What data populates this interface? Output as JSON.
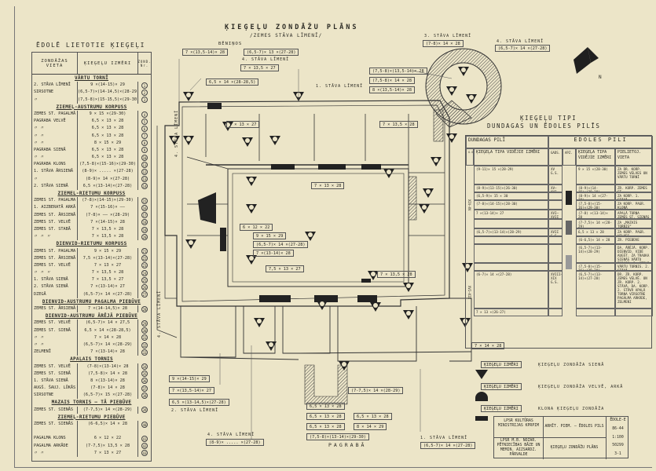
{
  "title": {
    "main": "ĶIEĢEĻU ZONDĀŽU PLĀNS",
    "sub": "/ZEMES STĀVA LĪMENĪ/"
  },
  "left_table": {
    "title": "ĒDOLĒ LIETOTIE ĶIEĢEĻI",
    "headers": [
      "ZONDĀŽAS VIETA",
      "ĶIEĢEĻU IZMĒRI",
      "ZOND. Nr."
    ],
    "sections": [
      {
        "name": "VĀRTU TORNĪ",
        "rows": [
          [
            "2. STĀVA LĪMENĪ",
            "9 ×(14-15)× 29",
            "1"
          ],
          [
            "SIRSOTNE",
            "(6,5-7)×(14-14,5)×(28-29)",
            "2"
          ],
          [
            "〃",
            "(7,5-8)×(15-15,5)×(29-30)",
            "3"
          ]
        ]
      },
      {
        "name": "ZIEMEĻ-AUSTRUMU KORPUSS",
        "rows": [
          [
            "ZEMES ST. PAGALMĀ",
            "9 × 15 ×(29-30)",
            "4"
          ],
          [
            "PAGRABA VELVĒ",
            "6,5 × 13 × 28",
            "5"
          ],
          [
            "〃   〃",
            "6,5 × 13 × 28",
            "6"
          ],
          [
            "〃   〃",
            "6,5 × 13 × 28",
            "7"
          ],
          [
            "〃   〃",
            "8 × 15 × 29",
            "8"
          ],
          [
            "PAGRABA SIENĀ",
            "6,5 × 13 × 28",
            "9"
          ],
          [
            "〃   〃",
            "6,5 × 13 × 28",
            "10"
          ],
          [
            "PAGRABA KLONS",
            "(7,5-8)×(15-16)×(29-30)",
            "11"
          ],
          [
            "1. STĀVA ĀRSIENĀ",
            "(8-9)× ..... ×(27-28)",
            "12"
          ],
          [
            "〃",
            "(8-9)× 14 ×(27-28)",
            "13"
          ],
          [
            "2. STĀVA SIENĀ",
            "6,5 ×(13-14)×(27-28)",
            "14"
          ]
        ]
      },
      {
        "name": "ZIEMEĻ-RIETUMU KORPUSS",
        "rows": [
          [
            "ZEMES ST. PAGALMA S.",
            "(7-8)×(14-15)×(29-30)",
            "15"
          ],
          [
            "1. AIZBERATĀ ARKĀ",
            "7 ×(15-16)× ——",
            "16"
          ],
          [
            "ZEMES ST. ĀRSIENĀ",
            "(7-8)× —— ×(28-29)",
            "17"
          ],
          [
            "ZEMES ST. VELVĒ",
            "7 ×(14-15)× 28",
            "18"
          ],
          [
            "ZEMES ST. STABĀ",
            "7 × 13,5 × 28",
            "19"
          ],
          [
            "〃  〃  〃",
            "7 × 13,5 × 28",
            "20"
          ]
        ]
      },
      {
        "name": "DIENVID-RIETUMU KORPUSS",
        "rows": [
          [
            "ZEMES ST. PAGALMA S.",
            "9 × 15 × 29",
            "21"
          ],
          [
            "ZEMES ST. ĀRSIENĀ",
            "7,5 ×(13-14)×(27-28)",
            "22"
          ],
          [
            "ZEMES ST. VELVĒ",
            "7 × 13 × 27",
            "23"
          ],
          [
            "〃  〃  〃",
            "7 × 13,5 × 28",
            "24"
          ],
          [
            "1. STĀVA SIENĀ",
            "7 × 13,5 × 27",
            "25"
          ],
          [
            "2. STĀVA SIENĀ",
            "7 ×(13-14)× 27",
            "26"
          ],
          [
            "DZEGĀ",
            "(6,5-7)× 14 ×(27-28)",
            "27"
          ]
        ]
      },
      {
        "name": "DIENVID-AUSTRUMU PAGALMA PIEBŪVE",
        "rows": [
          [
            "ZEMES ST. ĀRSIENĀ",
            "7 ×(14-14,5)× 28",
            "28"
          ]
        ]
      },
      {
        "name": "DIENVID-AUSTRUMU ĀRĒJĀ PIEBŪVE",
        "rows": [
          [
            "ZEMES ST. VELVĒ",
            "(6,5-7)× 14 × 27,5",
            "29"
          ],
          [
            "ZEMES ST. SIENĀ",
            "6,5 × 14 ×(28-28,5)",
            "30"
          ],
          [
            "〃   〃",
            "7 × 14 × 28",
            "31"
          ],
          [
            "〃   〃",
            "(6,5-7)× 14 ×(28-29)",
            "32"
          ],
          [
            "ZELMENĪ",
            "7 ×(13-14)× 28",
            "33"
          ]
        ]
      },
      {
        "name": "APAĻAIS TORNIS",
        "rows": [
          [
            "ZEMES ST. VELVĒ",
            "(7-8)×(13-14)× 28",
            "34"
          ],
          [
            "ZEMES ST. SIENĀ",
            "(7,5-8)× 14 × 28",
            "35"
          ],
          [
            "1. STĀVA SIENĀ",
            "8 ×(13-14)× 28",
            "36"
          ],
          [
            "AUGŠ. ŠAUJ. LŪKĀS",
            "(7-8)× 14 × 28",
            "37"
          ],
          [
            "SIRSOTNE",
            "(6,5-7)× 15 ×(27-28)",
            "38"
          ]
        ]
      },
      {
        "name": "MAZAIS TORNIS – TĀ PIEBŪVE",
        "rows": [
          [
            "ZEMES ST. SIENĀS",
            "(7-7,5)× 14 ×(28-29)",
            "39"
          ]
        ]
      },
      {
        "name": "ZIEMEĻ-RIETUMU PIEBŪVE",
        "rows": [
          [
            "ZEMES ST. SIENĀS",
            "(6-6,5)× 14 × 28",
            "40"
          ],
          [
            "",
            "",
            ""
          ],
          [
            "PAGALMA KLONS",
            "6 × 12 × 22",
            "41"
          ],
          [
            "PAGALMA ARKĀDE",
            "(7-7,5)× 13,5 × 28",
            "42"
          ],
          [
            "〃   〃",
            "7 × 13 × 27",
            "43"
          ]
        ]
      }
    ]
  },
  "plan_labels": {
    "beninos": "BĒNIŅOS",
    "floor4_top": "4. STĀVA LĪMENĪ",
    "floor1_top": "1. STĀVA LĪMENĪ",
    "floor3_tower": "3. STĀVA LĪMENĪ",
    "floor4_tower": "4. STĀVA LĪMENĪ",
    "floor4_left": "4. STĀVA LĪMENĪ",
    "floor4_left2": "4. STĀVA LĪMENĪ",
    "floor2_bottom": "2. STĀVA LĪMENĪ",
    "floor4_bottom": "4. STĀVA LĪMENĪ",
    "floor1_bottom": "1. STĀVA LĪMENĪ",
    "pagraba": "PAGRABĀ",
    "north": "N"
  },
  "plan_dims": [
    "7 ×(13,5-14)× 28",
    "(6,5-7)× 13 ×(27-28)",
    "7 × 13,5 × 27",
    "6,5 × 14 ×(28-28,5)",
    "(7,5-8)×(13,5-14)× 28",
    "(7,5-8)× 14 × 28",
    "8 ×(13,5-14)× 28",
    "(7-8)× 14 × 28",
    "(6,5-7)× 14 ×(27-28)",
    "7 × 13 × 27",
    "7 × 13,5 × 28",
    "9 × 15 × 29",
    "(6,5-7)× 14 ×(27-28)",
    "7 ×(13-14)× 28",
    "7,5 × 13 × 27",
    "7 × 13 × 28",
    "9 ×(14-15)× 29",
    "7 ×(13,5-14)× 27",
    "6,5 ×(13-14,5)×(27-28)",
    "(8-9)× ..... ×(27-28)",
    "6,5 × 13 × 28",
    "6,5 × 13 × 28",
    "6,5 × 13 × 28",
    "(7,5-8)×(13-14)×(29-30)",
    "6,5 × 13 × 28",
    "8 × 14 × 29",
    "(7-7,5)× 14 ×(28-29)",
    "(6,5-7)× 14 ×(27-28)",
    "7 × 13,5 × 28",
    "6 × 12 × 22",
    "7 × 14 × 28"
  ],
  "right_table": {
    "title1": "ĶIEĢEĻU TIPI",
    "title2": "DUNDAGAS UN ĒDOLES PILĪS",
    "dundaga_header": "DUNDAGAS PILĪ",
    "edole_header": "ĒDOLES PILĪ",
    "col_gs": "G.S.",
    "col_dund_size": "ĶIEĢEĻA TIPA VIDĒJIE IZMĒRI",
    "col_gads": "GADS.",
    "col_apz": "APZ.",
    "col_edole_size": "ĶIEĢEĻA TIPA VIDĒJIE IZMĒRI",
    "col_place": "PIELIETOJ. VIETA",
    "century_a": "XIV–XV",
    "century_b": "XVI–XIX",
    "rows": [
      {
        "gs": "XV G.S.",
        "dund": "(9-11)× 15 ×(28-29)",
        "edole": "9 × 15 ×(28-30)",
        "place": "ZA DR. KORP. ZEMES VELVES UN VĀRTU TORNĪ"
      },
      {
        "gs": "XV–XVI G.S.",
        "dund": "(8-9)×(13-15)×(26-30)",
        "edole": "(8-9)×(14-15)×(29-30)",
        "place": "ZR. KORP. ZEMES ST."
      },
      {
        "gs": "",
        "dund": "(6,5-9)× 15 × 30",
        "edole": "(8-9)× 14 ×(27-28)",
        "place": "ZA KORP. 1. STĀVĀ"
      },
      {
        "gs": "",
        "dund": "(7-8)×(14-15)×(28-30)",
        "edole": "(7,5-8)×(15-16)×(29-30)",
        "place": "ZA KORP. PAGR. KLONĀ"
      },
      {
        "gs": "XVI–XVII G.S.",
        "dund": "7 ×(13-14)× 27",
        "edole": "(7-8) ×(13-14)× 28",
        "place": "APAĻĀ TORŅA ZEMES ST. SIENĀS UN VELVĒ"
      },
      {
        "gs": "",
        "dund": "",
        "edole": "(7-7,5)× 14 ×(28-29)",
        "place": "ZA „MAZAIS TORNIS”"
      },
      {
        "gs": "XVII G.S.",
        "dund": "(6,5-7)×(13-14)×(28-29)",
        "edole": "6,5 × 13 × 28",
        "place": "ZA KORP. PAGR. VELVES"
      },
      {
        "gs": "",
        "dund": "",
        "edole": "(6-6,5)× 14 × 28",
        "place": "ZR. PIEBŪVE"
      },
      {
        "gs": "",
        "dund": "",
        "edole": "(6,5-7)×(13-14)×(28-29)",
        "place": "DA. ĀRĒJĀ. KORP. DIENVID. VIDĒ AUGŠT. ZA TRAUKA SIENĀS VĀRTU TORNIS. 2. STĀVĀ"
      },
      {
        "gs": "",
        "dund": "",
        "edole": "(7,5-8)×(15-16)×(29-30)",
        "place": "VĀRTU TORNIS. 2. STĀVĀ"
      },
      {
        "gs": "XVIII–XIX G.S.",
        "dund": "(6-7)× 14 ×(27-28)",
        "edole": "(6,5-7)×(13-14)×(27-28)",
        "place": "DR. ZR. KORP. ZEMES VELVĒ. UN ZR. KORP. 2. STĀVĀ, DA. KORP. 2. STĀVĀ APAĻĀ TORŅA VIRSOTNE PAGALMA ARKĀDE, ZELMENI"
      },
      {
        "gs": "",
        "dund": "7 × 13 ×(26-27)",
        "edole": "",
        "place": ""
      }
    ]
  },
  "legend": [
    {
      "box": "ĶIEĢEĻU IZMĒRI",
      "text": "ĶIEĢEĻU ZONDĀŽA SIENĀ"
    },
    {
      "box": "ĶIEĢEĻU IZMĒRI",
      "text": "ĶIEĢEĻU ZONDĀŽA VELVĒ, ARKĀ"
    },
    {
      "box": "ĶIEĢEĻU IZMĒRI",
      "text": "KLONA ĶIEĢEĻU ZONDĀŽA"
    }
  ],
  "title_block": {
    "org1": "LPSR KULTŪRAS MINISTRIJAS KPRPIM",
    "org2": "LPSR M.B. NOZAR. PĒTNIECĪBAS BĀZE UN MEMIN. AIZSARDZ. PĀRVALDE",
    "object": "ARHĪT. PIEM. – ĒDOLES PILS",
    "sheet_title": "ĶIEĢEĻU ZONDĀŽU PLĀNS",
    "code": "ĒDOLE-E",
    "year": "86-44",
    "scale": "1:100",
    "number": "50299",
    "sheet": "3-1"
  },
  "colors": {
    "paper": "#ece5c8",
    "ink": "#2b2a24"
  }
}
